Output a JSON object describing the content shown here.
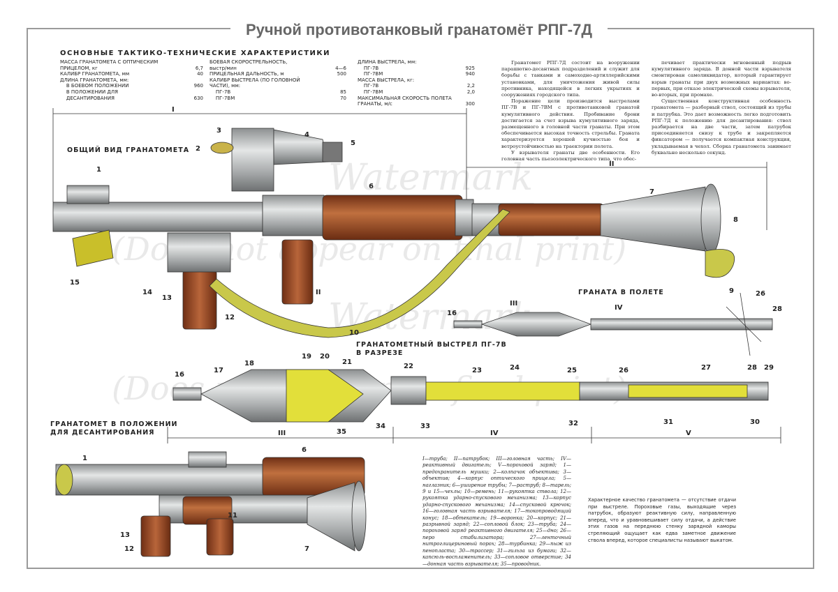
{
  "title": "Ручной противотанковый гранатомёт РПГ-7Д",
  "specs": {
    "heading": "ОСНОВНЫЕ  ТАКТИКО-ТЕХНИЧЕСКИЕ  ХАРАКТЕРИСТИКИ",
    "col1": [
      {
        "label": "МАССА ГРАНАТОМЕТА С ОПТИЧЕСКИМ",
        "value": ""
      },
      {
        "label": "ПРИЦЕЛОМ, кг",
        "value": "6,7"
      },
      {
        "label": "КАЛИБР ГРАНАТОМЕТА, мм",
        "value": "40"
      },
      {
        "label": "ДЛИНА ГРАНАТОМЕТА, мм:",
        "value": ""
      },
      {
        "label": "    В БОЕВОМ ПОЛОЖЕНИИ",
        "value": "960"
      },
      {
        "label": "    В ПОЛОЖЕНИИ ДЛЯ",
        "value": ""
      },
      {
        "label": "    ДЕСАНТИРОВАНИЯ",
        "value": "630"
      }
    ],
    "col2": [
      {
        "label": "БОЕВАЯ СКОРОСТРЕЛЬНОСТЬ,",
        "value": ""
      },
      {
        "label": "выстр/мин",
        "value": "4—6"
      },
      {
        "label": "ПРИЦЕЛЬНАЯ ДАЛЬНОСТЬ, м",
        "value": "500"
      },
      {
        "label": "КАЛИБР ВЫСТРЕЛА (ПО ГОЛОВНОЙ",
        "value": ""
      },
      {
        "label": "ЧАСТИ), мм:",
        "value": ""
      },
      {
        "label": "    ПГ-7В",
        "value": "85"
      },
      {
        "label": "    ПГ-7ВМ",
        "value": "70"
      }
    ],
    "col3": [
      {
        "label": "ДЛИНА ВЫСТРЕЛА, мм:",
        "value": ""
      },
      {
        "label": "    ПГ-7В",
        "value": "925"
      },
      {
        "label": "    ПГ-7ВМ",
        "value": "940"
      },
      {
        "label": "МАССА ВЫСТРЕЛА, кг:",
        "value": ""
      },
      {
        "label": "    ПГ-7В",
        "value": "2,2"
      },
      {
        "label": "    ПГ-7ВМ",
        "value": "2,0"
      },
      {
        "label": "МАКСИМАЛЬНАЯ СКОРОСТЬ ПОЛЕТА",
        "value": ""
      },
      {
        "label": "ГРАНАТЫ, м/с",
        "value": "300"
      }
    ]
  },
  "description": {
    "col1": [
      "Гранатомет РПГ-7Д состоит на вооружении парашютно-десантных подразделений и служит для борьбы с танками и самоходно-артиллерийскими установками, для уничтожения живой силы противника, находящейся в легких укрытиях и сооружениях городского типа.",
      "Поражение цели производится выстрелами ПГ-7В и ПГ-7ВМ с противотанковой гранатой кумулятивного действия. Пробивание брони достигается за счет взрыва кумулятивного заряда, размещенного в головной части гранаты. При этом обеспечивается высокая точность стрельбы. Граната характеризуется хорошей кучностью боя и ветроустойчивостью на траектории полета.",
      "У взрывателя гранаты две особенности. Его головная часть пьезоэлектрического типа, что обес-"
    ],
    "col2": [
      "печивает практически мгновенный подрыв кумулятивного заряда. В донной части взрывателя смонтирован самоликвидатор, который гарантирует взрыв гранаты при двух возможных вариантах: во-первых, при отказе электрической схемы взрывателя, во-вторых, при промахе.",
      "Существенная конструктивная особенность гранатомета — разборный ствол, состоящий из трубы и патрубка. Это дает возможность легко подготовить РПГ-7Д к положению для десантирования: ствол разбирается на две части, затем патрубок присоединяется снизу к трубе и закрепляется фиксатором — получается компактная конструкция, укладываемая в чехол. Сборка гранатомета занимает буквально несколько секунд."
    ]
  },
  "sections": {
    "general_view": "ОБЩИЙ ВИД ГРАНАТОМЕТА",
    "grenade_flight": "ГРАНАТА В ПОЛЕТЕ",
    "cross_section": "ГРАНАТОМЕТНЫЙ ВЫСТРЕЛ ПГ-7В\nВ РАЗРЕЗЕ",
    "landing": "ГРАНАТОМЕТ В ПОЛОЖЕНИИ\nДЛЯ ДЕСАНТИРОВАНИЯ"
  },
  "legend_text": "I—труба; II—патрубок; III—головная часть; IV—реактивный двигатель; V—пороховой заряд; 1—предохранитель мушки; 2—колпачок объектива; 3—объектив; 4—корпус оптического прицела; 5—наглазник; 6—уширение трубы; 7—раструб; 8—тарель; 9 и 15—чехлы; 10—ремень; 11—рукоятка ствола; 12—рукоятка ударно-спускового механизма; 13—корпус ударно-спускового механизма; 14—спусковой крючок; 16—головная часть взрывателя; 17—токопроводящий конус; 18—обтекатель; 19—воронка; 20—корпус; 21—разрывной заряд; 22—сопловой блок; 23—труба; 24—пороховой заряд реактивного двигателя; 25—дно; 26—перо стабилизатора; 27—ленточный нитроглицериновый порох; 28—турбинка; 29—пыж из пенопласта; 30—трассер; 31—гильза из бумаги; 32—капсюль-воспламенитель; 33—сопловое отверстие; 34—донная часть взрывателя; 35—проводник.",
  "recoil_text": "Характерное качество гранатомета — отсутствие отдачи при выстреле. Пороховые газы, выходящие через патрубок, образуют реактивную силу, направленную вперед, что и уравновешивает силу отдачи, а действие этих газов на переднюю стенку зарядной каморы стреляющий ощущает как едва заметное движение ствола вперед, которое специалисты называют выкатом.",
  "watermark": {
    "main": "Watermark",
    "sub": "(Does not appear on final print)"
  },
  "dimension_marks": {
    "I": "I",
    "II": "II",
    "III": "III",
    "IV": "IV",
    "V": "V"
  },
  "part_labels": {
    "p1": "1",
    "p2": "2",
    "p3": "3",
    "p4": "4",
    "p5": "5",
    "p6": "6",
    "p7": "7",
    "p8": "8",
    "p9": "9",
    "p10": "10",
    "p11": "11",
    "p12": "12",
    "p13": "13",
    "p14": "14",
    "p15": "15",
    "p16": "16",
    "p17": "17",
    "p18": "18",
    "p19": "19",
    "p20": "20",
    "p21": "21",
    "p22": "22",
    "p23": "23",
    "p24": "24",
    "p25": "25",
    "p26": "26",
    "p27": "27",
    "p28": "28",
    "p29": "29",
    "p30": "30",
    "p31": "31",
    "p32": "32",
    "p33": "33",
    "p34": "34",
    "p35": "35"
  },
  "colors": {
    "barrel_steel": "#b9bcbd",
    "wood": "#a0532e",
    "strap_yellow": "#c9c84a",
    "charge_yellow": "#e2df3a",
    "frame": "#9a9a9a"
  }
}
